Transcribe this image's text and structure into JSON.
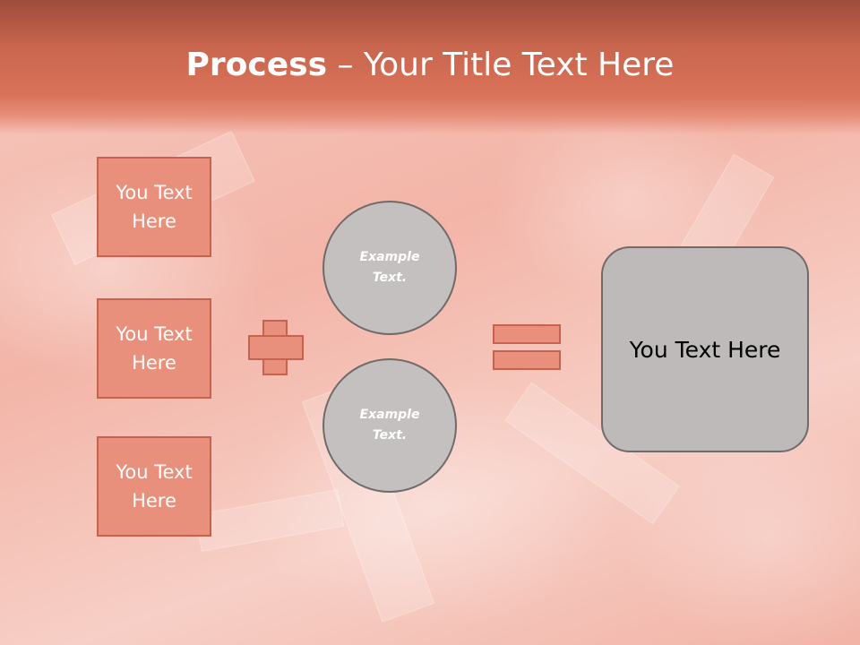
{
  "title": {
    "bold": "Process",
    "rest": " – Your Title Text Here"
  },
  "left_boxes": [
    {
      "line1": "You Text",
      "line2": "Here"
    },
    {
      "line1": "You Text",
      "line2": "Here"
    },
    {
      "line1": "You Text",
      "line2": "Here"
    }
  ],
  "circles": [
    {
      "line1": "Example",
      "line2": "Text."
    },
    {
      "line1": "Example",
      "line2": "Text."
    }
  ],
  "result": {
    "label": "You Text Here"
  },
  "colors": {
    "box_fill": "#e8907c",
    "box_border": "#c5634e",
    "circle_fill": "#c4c0bf",
    "header": "#d97259"
  },
  "icons": {
    "plus": "plus-icon",
    "equals": "equals-icon"
  }
}
